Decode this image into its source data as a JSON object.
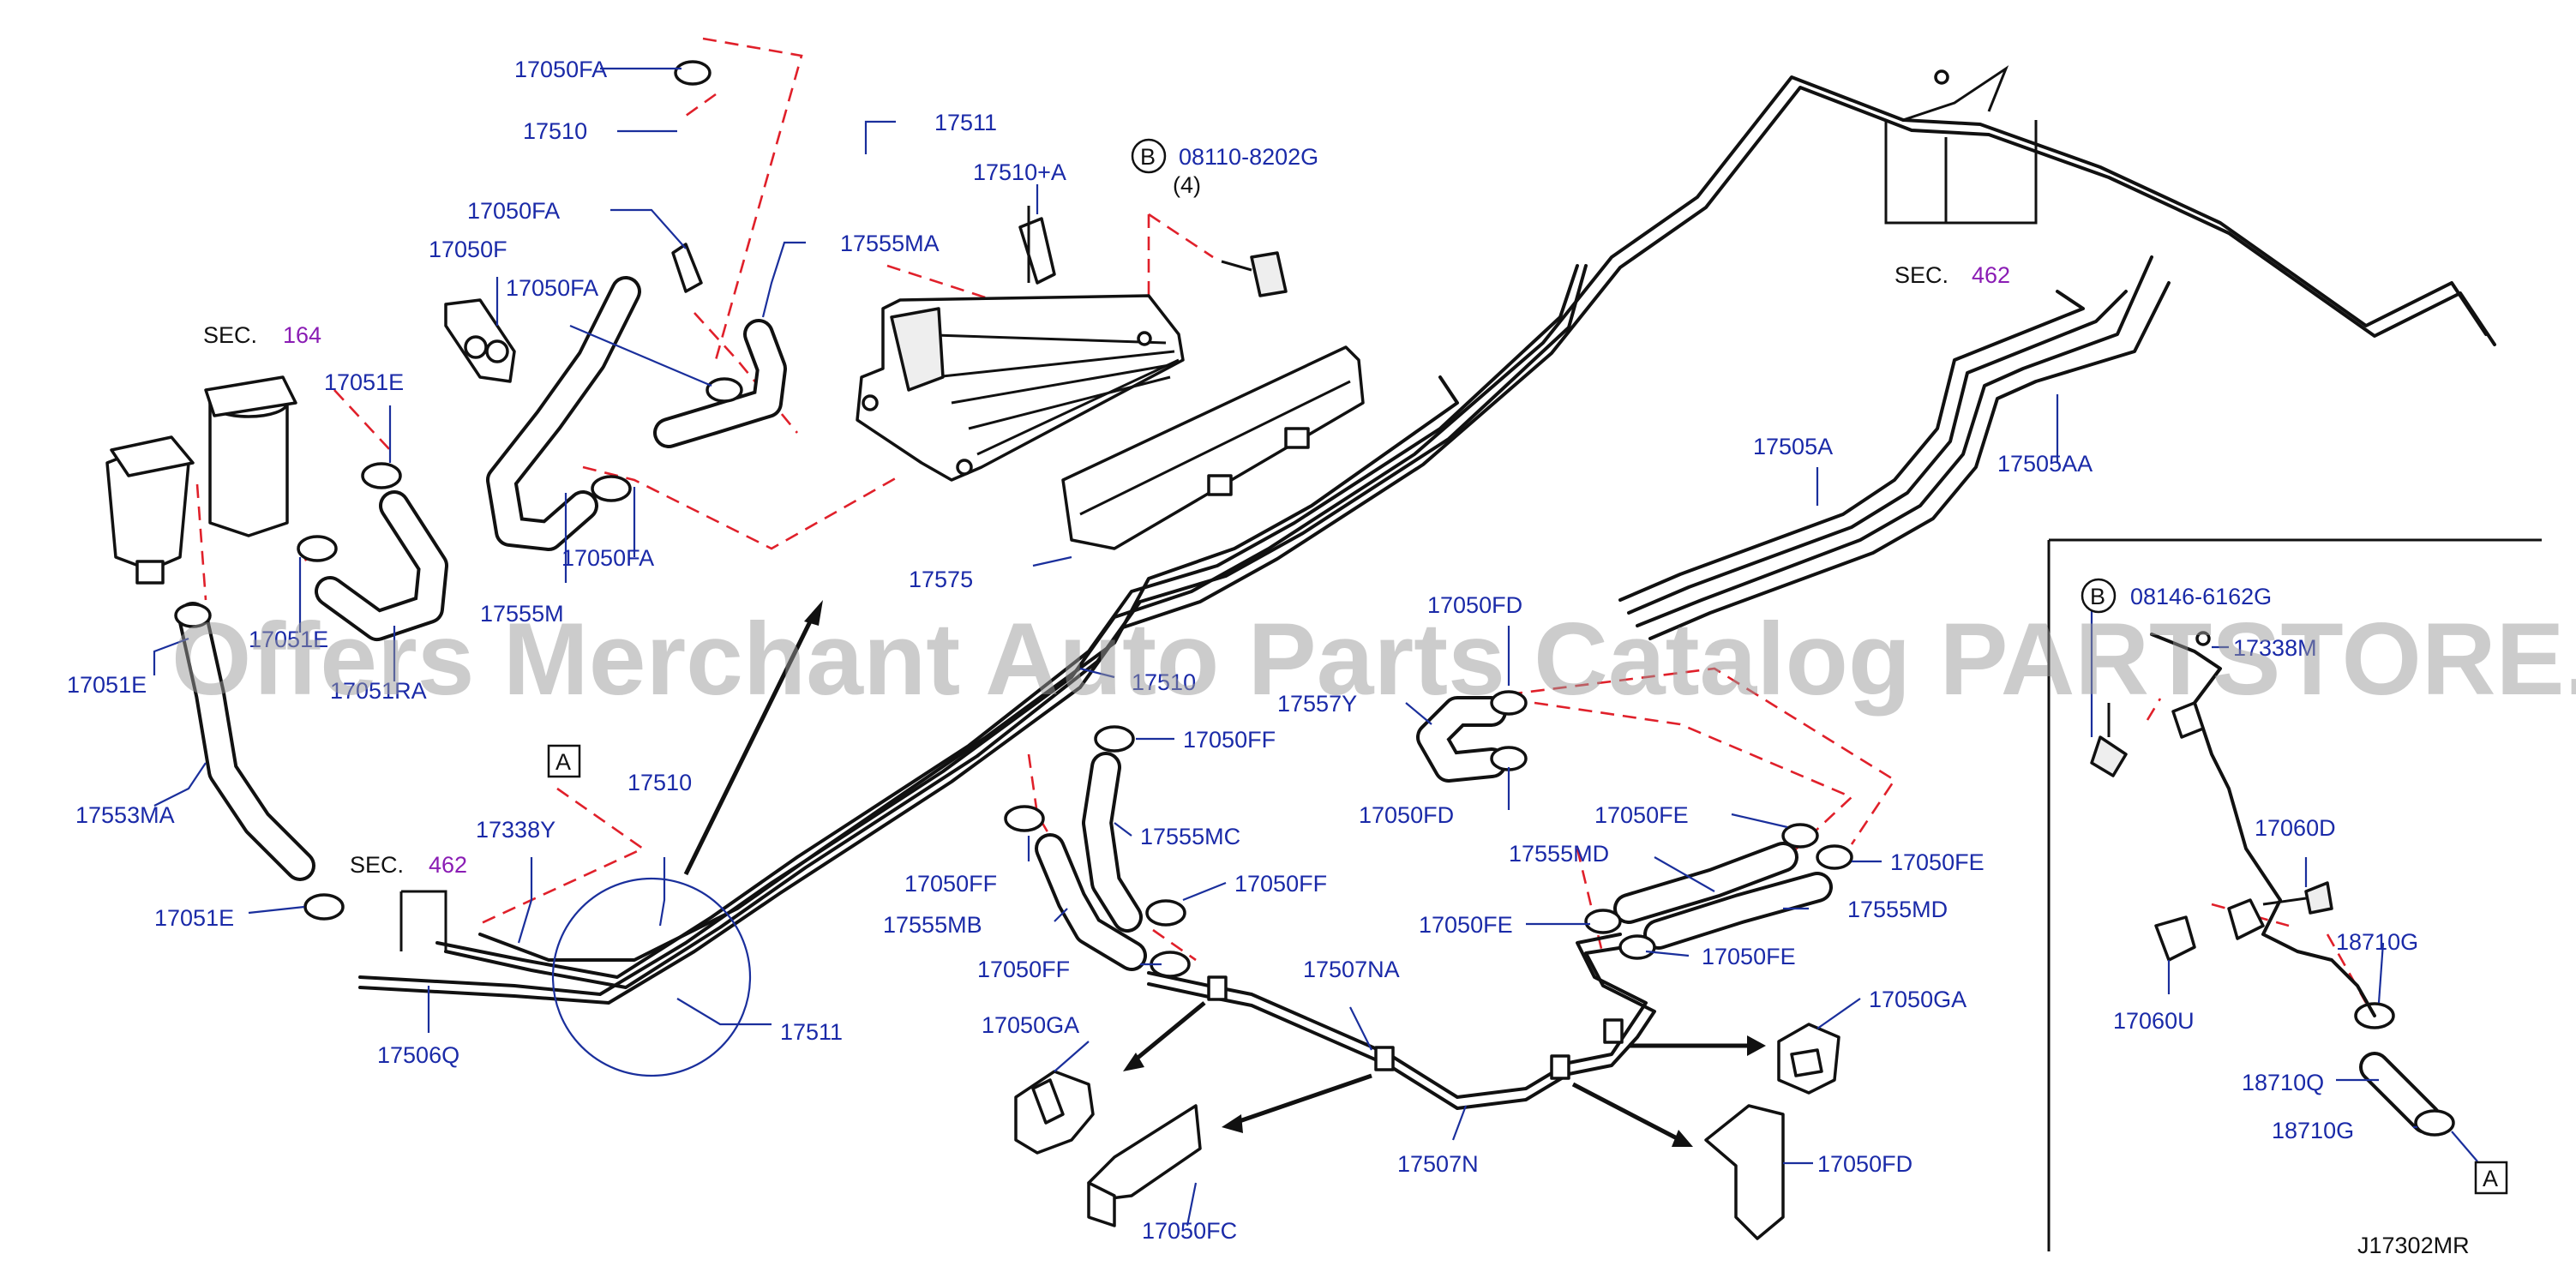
{
  "diagram": {
    "code": "J17302MR",
    "watermark": "Offers Merchant Auto Parts Catalog PARTSTORE.SA",
    "sec_label": "SEC.",
    "sec_refs": {
      "top_right": "462",
      "left": "164",
      "lower_left": "462"
    },
    "bolt_badge": "B",
    "ref_marker": "A",
    "bolt_1": {
      "part": "08110-8202G",
      "qty": "(4)"
    },
    "bolt_2": {
      "part": "08146-6162G"
    },
    "labels": {
      "p17050FA_a": "17050FA",
      "p17510_a": "17510",
      "p17511_a": "17511",
      "p17510A": "17510+A",
      "p17050FA_b": "17050FA",
      "p17555MA": "17555MA",
      "p17050F": "17050F",
      "p17050FA_c": "17050FA",
      "p17051E_a": "17051E",
      "p17050FA_d": "17050FA",
      "p17555M": "17555M",
      "p17575": "17575",
      "p17505A": "17505A",
      "p17505AA": "17505AA",
      "p17051E_b": "17051E",
      "p17051E_c": "17051E",
      "p17051RA": "17051RA",
      "p17553MA": "17553MA",
      "p17051E_d": "17051E",
      "p17510_b": "17510",
      "p17338Y": "17338Y",
      "p17506Q": "17506Q",
      "p17511_b": "17511",
      "p17510_c": "17510",
      "p17050FF_a": "17050FF",
      "p17555MC": "17555MC",
      "p17050FF_b": "17050FF",
      "p17050FF_c": "17050FF",
      "p17555MB": "17555MB",
      "p17050FF_d": "17050FF",
      "p17050GA_a": "17050GA",
      "p17050FC": "17050FC",
      "p17507NA": "17507NA",
      "p17507N": "17507N",
      "p17050FD_a": "17050FD",
      "p17557Y": "17557Y",
      "p17050FD_b": "17050FD",
      "p17050FE_a": "17050FE",
      "p17555MD_a": "17555MD",
      "p17050FE_b": "17050FE",
      "p17050FE_c": "17050FE",
      "p17555MD_b": "17555MD",
      "p17050FE_d": "17050FE",
      "p17050GA_b": "17050GA",
      "p17050FD_c": "17050FD",
      "p17338M": "17338M",
      "p17060D": "17060D",
      "p17060U": "17060U",
      "p18710G_a": "18710G",
      "p18710Q": "18710Q",
      "p18710G_b": "18710G"
    }
  }
}
